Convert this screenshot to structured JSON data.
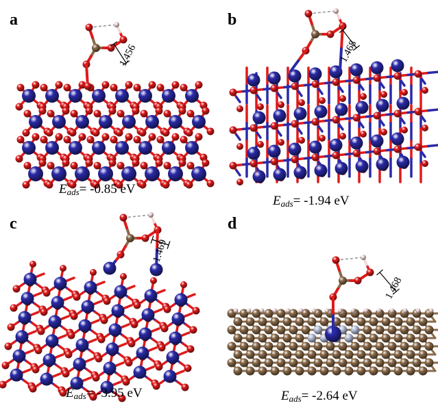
{
  "colors": {
    "nitrogen": "#2a2aa8",
    "oxygen": "#e01a1a",
    "carbon": "#8a6a4a",
    "hydrogen": "#f2d8d8",
    "metal_light": "#b8c2dc"
  },
  "panels": [
    {
      "label": "a",
      "e_symbol": "E",
      "e_sub": "ads",
      "e_value": "= -0.85 eV",
      "distance": "1.456"
    },
    {
      "label": "b",
      "e_symbol": "E",
      "e_sub": "ads",
      "e_value": "= -1.94 eV",
      "distance": "1.468"
    },
    {
      "label": "c",
      "e_symbol": "E",
      "e_sub": "ads",
      "e_value": "= -3.95 eV",
      "distance": "1.469"
    },
    {
      "label": "d",
      "e_symbol": "E",
      "e_sub": "ads",
      "e_value": "= -2.64 eV",
      "distance": "1.468"
    }
  ]
}
